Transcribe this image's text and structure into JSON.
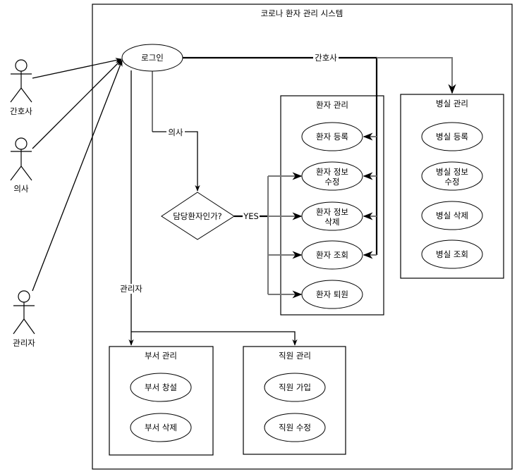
{
  "system": {
    "title": "코로나 환자 관리 시스템"
  },
  "actors": [
    {
      "id": "nurse",
      "label": "간호사"
    },
    {
      "id": "doctor",
      "label": "의사"
    },
    {
      "id": "admin",
      "label": "관리자"
    }
  ],
  "login": {
    "label": "로그인"
  },
  "decision": {
    "label": "담당환자인가?",
    "yes_label": "YES"
  },
  "edge_labels": {
    "nurse": "간호사",
    "doctor": "의사",
    "admin": "관리자"
  },
  "packages": {
    "patient": {
      "title": "환자 관리",
      "use_cases": [
        {
          "line1": "환자 등록",
          "line2": ""
        },
        {
          "line1": "환자 정보",
          "line2": "수정"
        },
        {
          "line1": "환자 정보",
          "line2": "삭제"
        },
        {
          "line1": "환자 조회",
          "line2": ""
        },
        {
          "line1": "환자 퇴원",
          "line2": ""
        }
      ]
    },
    "room": {
      "title": "병실 관리",
      "use_cases": [
        {
          "line1": "병실 등록",
          "line2": ""
        },
        {
          "line1": "병실 정보",
          "line2": "수정"
        },
        {
          "line1": "병실 삭제",
          "line2": ""
        },
        {
          "line1": "병실 조회",
          "line2": ""
        }
      ]
    },
    "dept": {
      "title": "부서 관리",
      "use_cases": [
        {
          "line1": "부서 창설",
          "line2": ""
        },
        {
          "line1": "부서 삭제",
          "line2": ""
        }
      ]
    },
    "staff": {
      "title": "직원 관리",
      "use_cases": [
        {
          "line1": "직원 가입",
          "line2": ""
        },
        {
          "line1": "직원 수정",
          "line2": ""
        }
      ]
    }
  }
}
